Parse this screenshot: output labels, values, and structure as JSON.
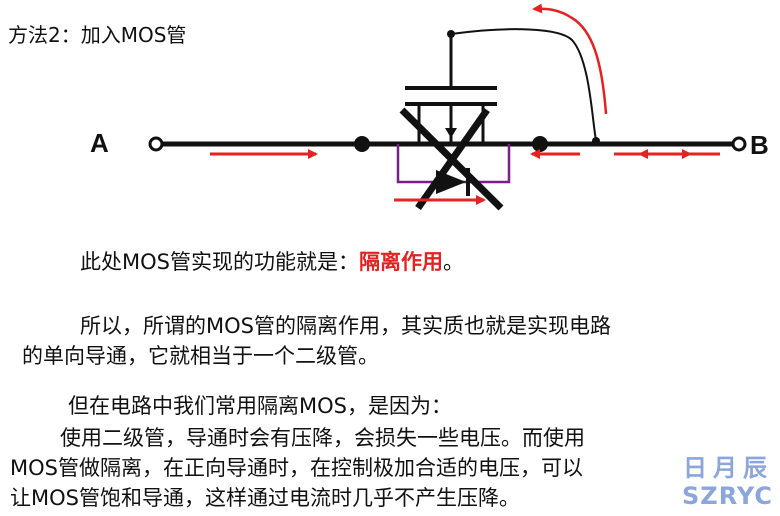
{
  "title": "方法2：加入MOS管",
  "labels": {
    "a": "A",
    "b": "B"
  },
  "line1": {
    "prefix": "此处MOS管实现的功能就是：",
    "highlight": "隔离作用",
    "suffix": "。"
  },
  "para1": {
    "line_a": "所以，所谓的MOS管的隔离作用，其实质也就是实现电路",
    "line_b": "的单向导通，它就相当于一个二级管。"
  },
  "para2": {
    "line_a": "但在电路中我们常用隔离MOS，是因为：",
    "line_b": "使用二级管，导通时会有压降，会损失一些电压。而使用",
    "line_c": "MOS管做隔离，在正向导通时，在控制极加合适的电压，可以",
    "line_d": "让MOS管饱和导通，这样通过电流时几乎不产生压降。"
  },
  "watermark": {
    "cn": "日月辰",
    "en": "SZRYC"
  },
  "colors": {
    "accent_red": "#e52222",
    "purple": "#7a1f8a",
    "watermark": "#8aa6dd"
  }
}
